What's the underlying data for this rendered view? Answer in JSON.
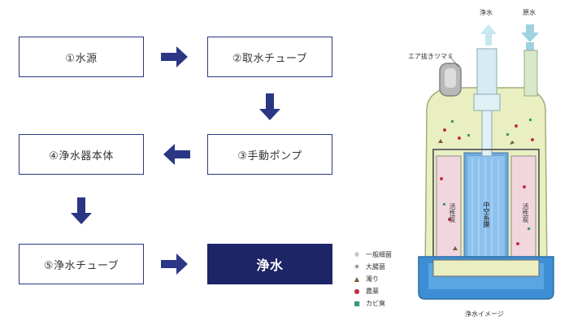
{
  "flow": {
    "step1": "①水源",
    "step2": "②取水チューブ",
    "step3": "③手動ポンプ",
    "step4": "④浄水器本体",
    "step5": "⑤浄水チューブ",
    "final": "浄水"
  },
  "illustration": {
    "clean_water_label": "浄水",
    "raw_water_label": "原水",
    "air_release_label": "エア抜きツマミ",
    "carbon_left_label": "活性炭",
    "carbon_right_label": "活性炭",
    "hollow_fiber_label": "中空糸膜",
    "caption": "浄水イメージ"
  },
  "legend": [
    {
      "symbol": "※",
      "label": "一般細菌",
      "color": "#888888"
    },
    {
      "symbol": "＊",
      "label": "大腸菌",
      "color": "#333333"
    },
    {
      "symbol": "▲",
      "label": "濁り",
      "color": "#7a5a3a"
    },
    {
      "symbol": "●",
      "label": "農薬",
      "color": "#c0304a"
    },
    {
      "symbol": "■",
      "label": "カビ臭",
      "color": "#3a9a6a"
    }
  ]
}
